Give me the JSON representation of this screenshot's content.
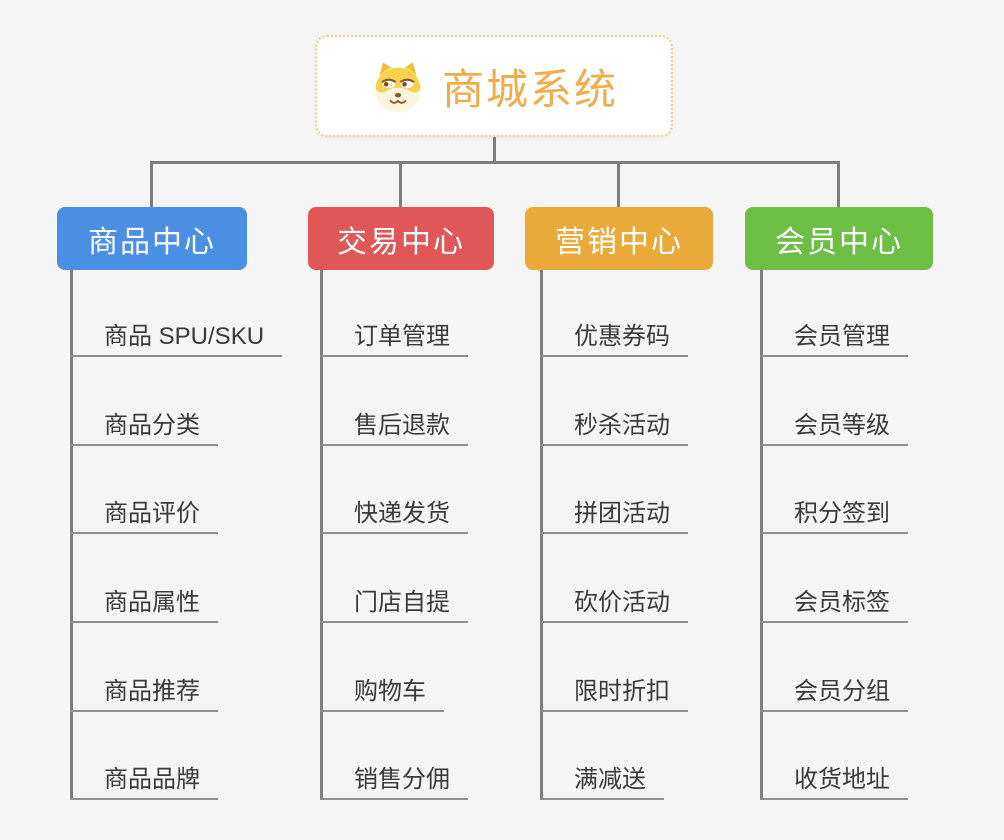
{
  "root": {
    "title": "商城系统",
    "icon": "shiba-dog-icon",
    "title_color": "#f0ab4b",
    "border_color": "#f3c886"
  },
  "connector_color": "#7d7d7d",
  "background_color": "#f5f5f5",
  "branches": [
    {
      "label": "商品中心",
      "color": "#4a8fe2",
      "items": [
        "商品 SPU/SKU",
        "商品分类",
        "商品评价",
        "商品属性",
        "商品推荐",
        "商品品牌"
      ]
    },
    {
      "label": "交易中心",
      "color": "#e05757",
      "items": [
        "订单管理",
        "售后退款",
        "快递发货",
        "门店自提",
        "购物车",
        "销售分佣"
      ]
    },
    {
      "label": "营销中心",
      "color": "#eaaa39",
      "items": [
        "优惠券码",
        "秒杀活动",
        "拼团活动",
        "砍价活动",
        "限时折扣",
        "满减送"
      ]
    },
    {
      "label": "会员中心",
      "color": "#6dbe45",
      "items": [
        "会员管理",
        "会员等级",
        "积分签到",
        "会员标签",
        "会员分组",
        "收货地址"
      ]
    }
  ]
}
